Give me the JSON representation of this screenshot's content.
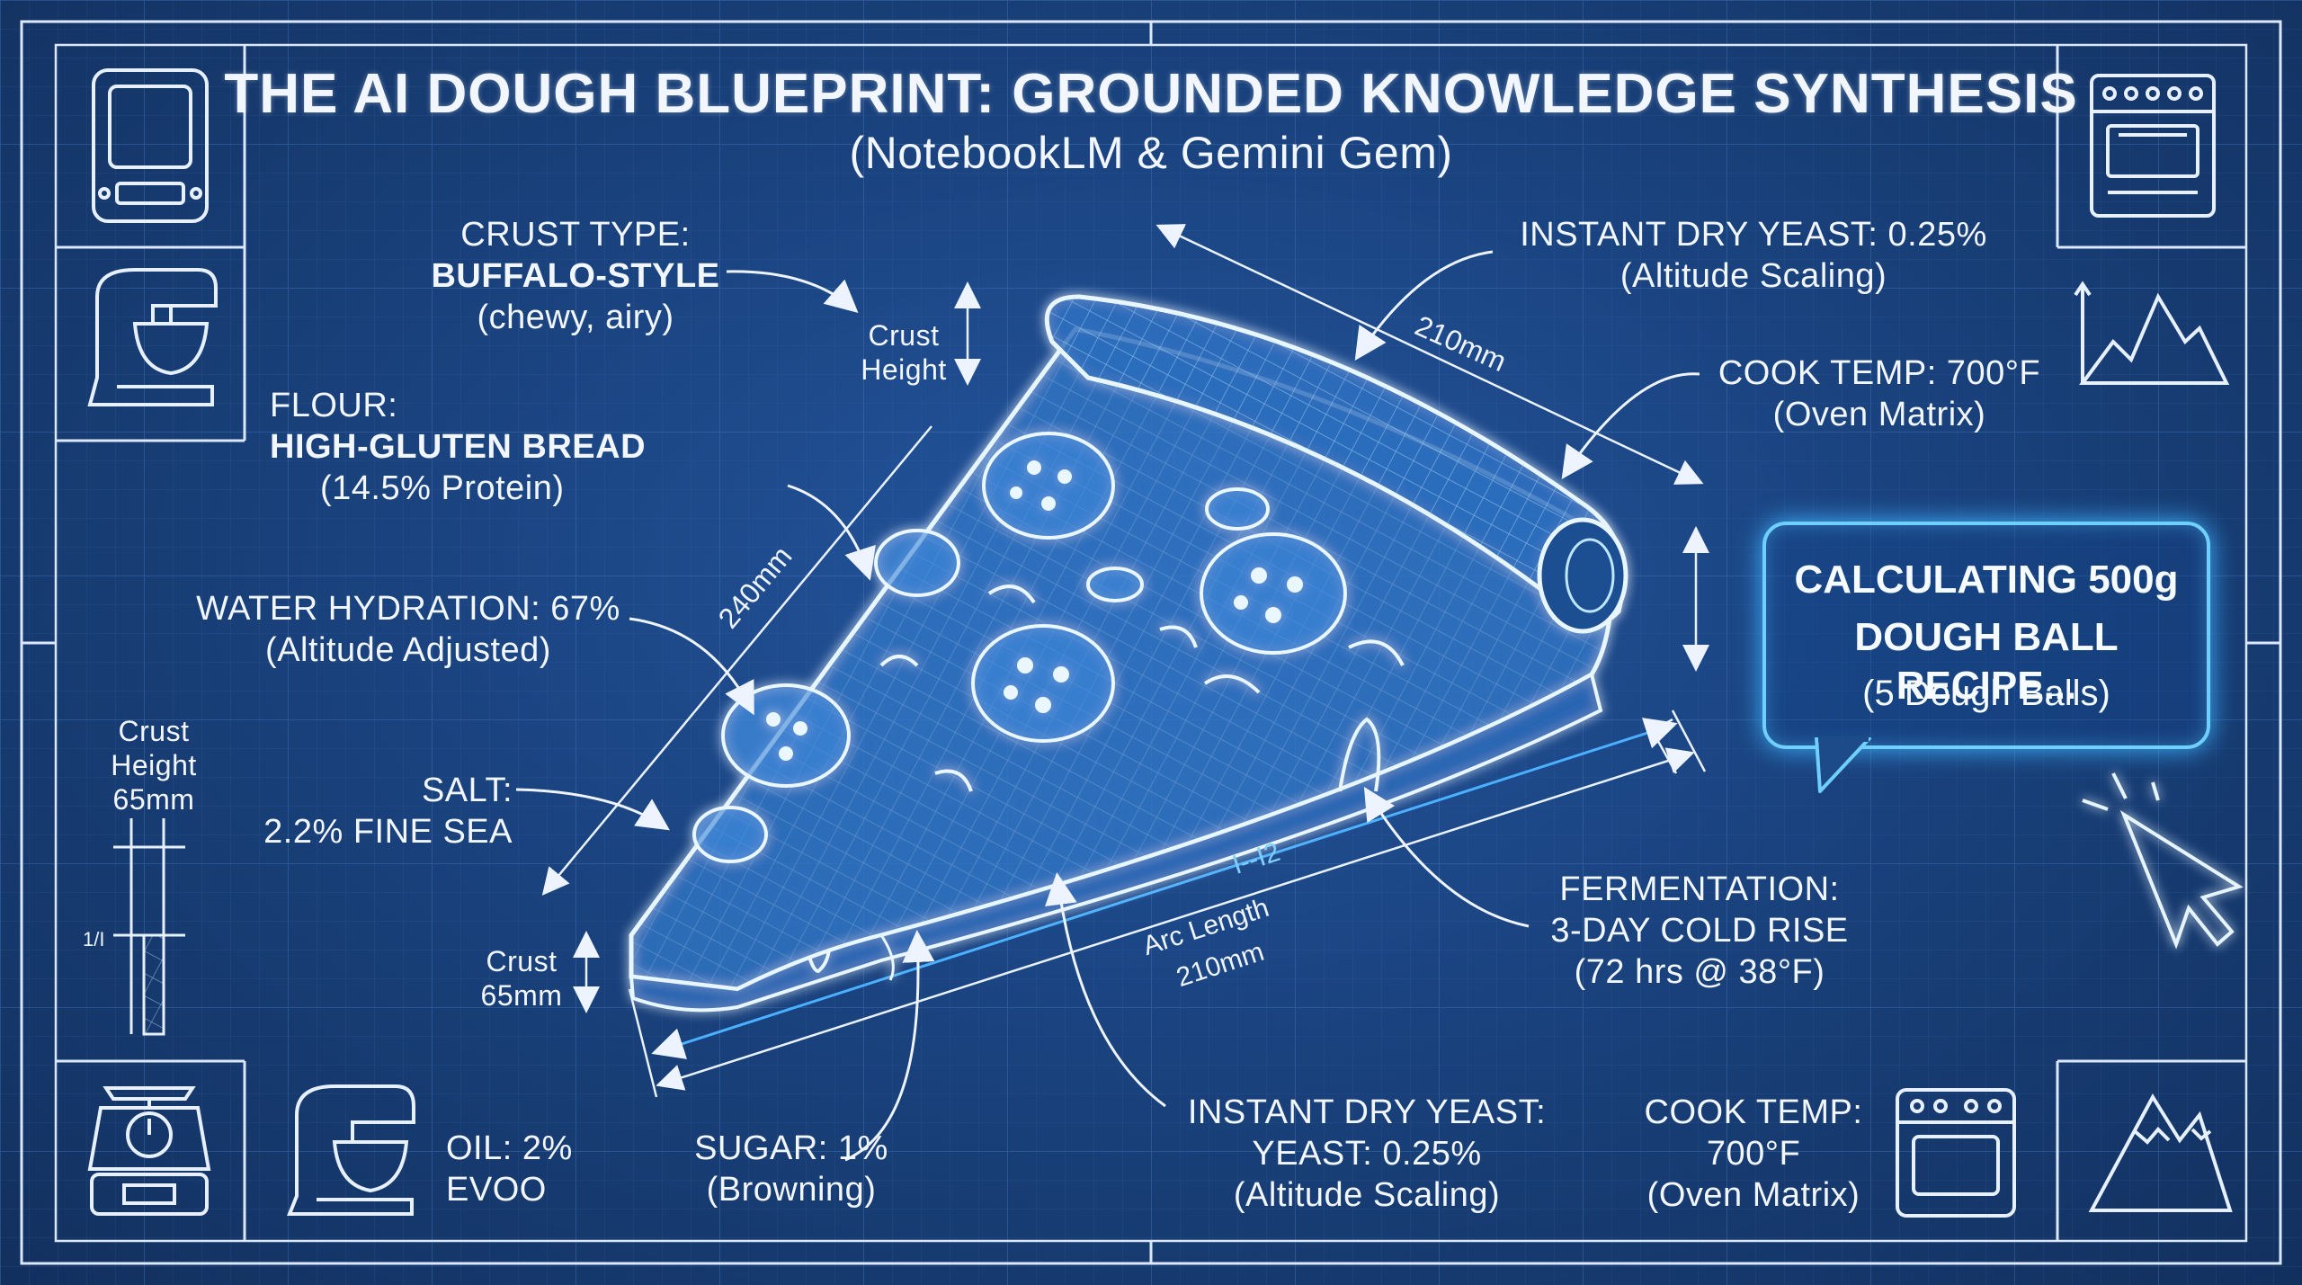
{
  "title": "THE AI DOUGH BLUEPRINT: GROUNDED KNOWLEDGE SYNTHESIS",
  "subtitle": "(NotebookLM & Gemini Gem)",
  "labels": {
    "crust_type": {
      "line1": "CRUST TYPE:",
      "line2": "BUFFALO-STYLE",
      "line3": "(chewy, airy)"
    },
    "crust_height_top": {
      "line1": "Crust",
      "line2": "Height"
    },
    "flour": {
      "line1": "FLOUR:",
      "line2": "HIGH-GLUTEN BREAD",
      "line3": "(14.5% Protein)"
    },
    "water": {
      "line1": "WATER HYDRATION: 67%",
      "line2": "(Altitude Adjusted)"
    },
    "salt": {
      "line1": "SALT:",
      "line2": "2.2% FINE SEA"
    },
    "crust_height_left": {
      "line1": "Crust",
      "line2": "Height",
      "line3": "65mm"
    },
    "crust_65": {
      "line1": "Crust",
      "line2": "65mm"
    },
    "oil": {
      "line1": "OIL: 2%",
      "line2": "EVOO"
    },
    "sugar": {
      "line1": "SUGAR: 1%",
      "line2": "(Browning)"
    },
    "yeast_top": {
      "line1": "INSTANT DRY YEAST: 0.25%",
      "line2": "(Altitude Scaling)"
    },
    "cook_temp_top": {
      "line1": "COOK TEMP: 700°F",
      "line2": "(Oven Matrix)"
    },
    "fermentation": {
      "line1": "FERMENTATION:",
      "line2": "3-DAY COLD RISE",
      "line3": "(72 hrs @ 38°F)"
    },
    "yeast_bottom": {
      "line1": "INSTANT DRY YEAST:",
      "line2": "YEAST: 0.25%",
      "line3": "(Altitude Scaling)"
    },
    "cook_temp_bottom": {
      "line1": "COOK TEMP:",
      "line2": "700°F",
      "line3": "(Oven Matrix)"
    }
  },
  "dimensions": {
    "top_edge": "210mm",
    "left_edge": "240mm",
    "arc_length": {
      "line1": "Arc Length",
      "line2": "210mm"
    },
    "arc_tick": "I--I2",
    "small_tick": "1/I"
  },
  "callout": {
    "line1": "CALCULATING 500g",
    "line2": "DOUGH BALL RECIPE...",
    "line3": "(5 Dough Balls)"
  },
  "icons": [
    "kitchen-scale-icon",
    "stand-mixer-icon",
    "oven-icon",
    "mountain-chart-icon",
    "scale-dial-icon",
    "stand-mixer-icon",
    "oven-icon",
    "mountain-icon",
    "cursor-click-icon"
  ],
  "colors": {
    "background": "#1a437f",
    "line": "#d8e8ff",
    "glow": "#6fd0ff",
    "accent_line": "#4ab0ff"
  }
}
